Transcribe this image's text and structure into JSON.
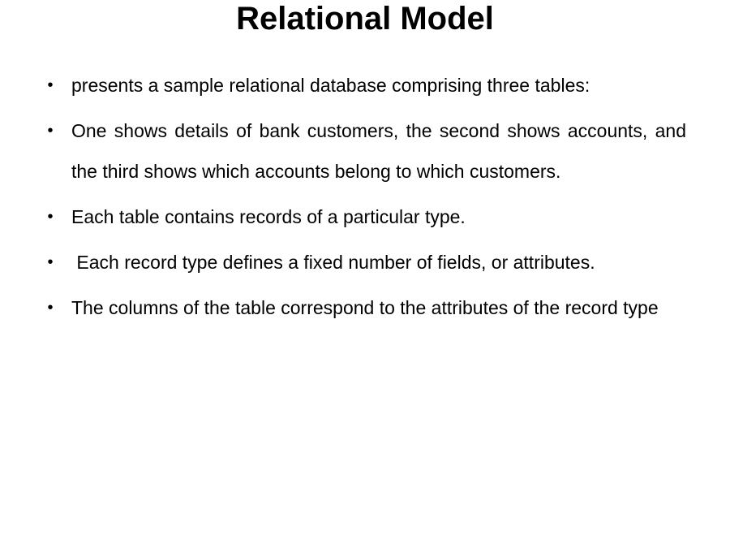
{
  "slide": {
    "title": "Relational Model",
    "bullet_glyph": "•",
    "bullets": [
      {
        "text": "presents a sample relational database comprising three tables:"
      },
      {
        "text": "One shows details of bank customers, the second shows accounts, and the third shows which accounts belong to which customers."
      },
      {
        "text": "Each table contains records of a particular type."
      },
      {
        "text": " Each record type defines a fixed number of fields, or attributes."
      },
      {
        "text": "The columns of the table correspond to the attributes of the record type"
      }
    ]
  },
  "colors": {
    "background": "#ffffff",
    "text": "#000000"
  }
}
